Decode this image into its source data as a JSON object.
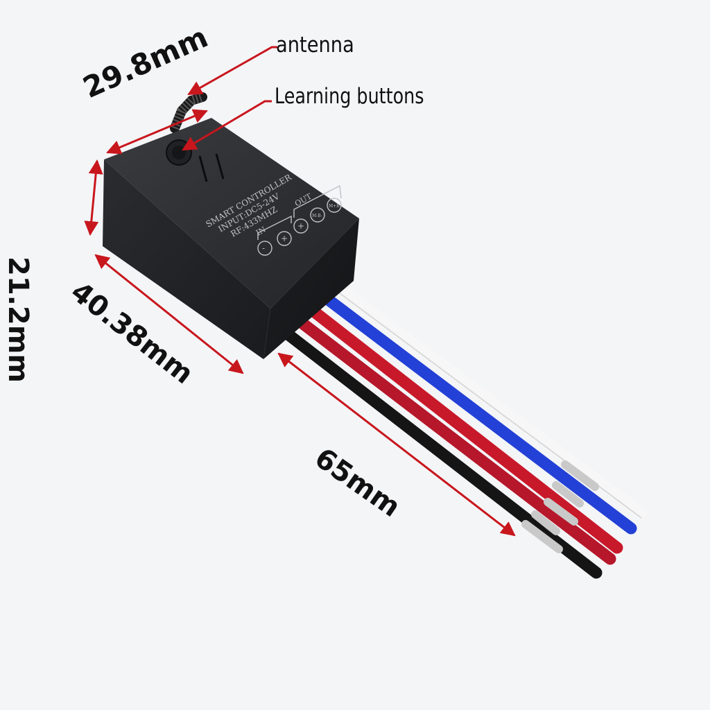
{
  "callouts": {
    "antenna": "antenna",
    "learning_buttons": "Learning buttons"
  },
  "dimensions": {
    "width": "29.8mm",
    "height": "21.2mm",
    "length": "40.38mm",
    "wire_length": "65mm"
  },
  "device_label": {
    "line1": "SMART CONTROLLER",
    "line2": "INPUT:DC5-24V",
    "line3": "RF:433MHZ",
    "in_label": "IN",
    "out_label": "OUT",
    "terminal_minus": "-",
    "terminal_plus": "+",
    "terminal_out_plus": "+",
    "terminal_m1": "M-B-",
    "terminal_m2": "M+B-"
  },
  "colors": {
    "arrow": "#c8161d",
    "housing": "#1f2023",
    "wire_black": "#151515",
    "wire_red": "#c8192a",
    "wire_blue": "#2341d6",
    "wire_white": "#f7f7f7"
  }
}
